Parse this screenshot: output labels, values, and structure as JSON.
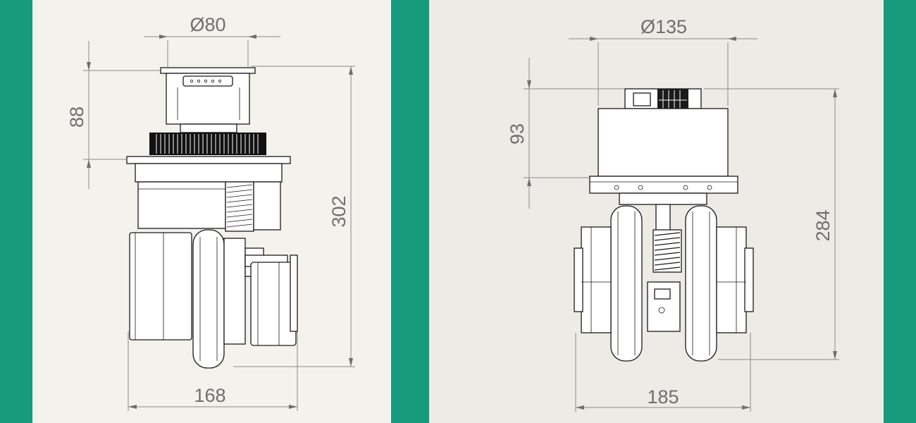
{
  "left_view": {
    "diameter_label": "Ø80",
    "height_top_label": "88",
    "height_total_label": "302",
    "width_label": "168"
  },
  "right_view": {
    "diameter_label": "Ø135",
    "height_top_label": "93",
    "height_total_label": "284",
    "width_label": "185"
  },
  "colors": {
    "background": "#169b7c",
    "panel": "#f3f2ec",
    "dimension_text": "#6f6f6f",
    "drawing_ink": "#1a1a1a"
  }
}
